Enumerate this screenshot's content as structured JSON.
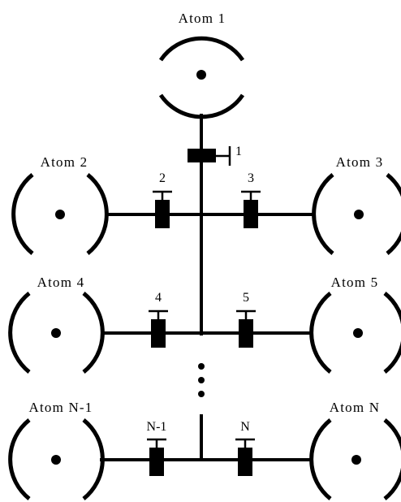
{
  "diagram": {
    "atoms": [
      {
        "id": "atom-1",
        "label": "Atom 1"
      },
      {
        "id": "atom-2",
        "label": "Atom 2"
      },
      {
        "id": "atom-3",
        "label": "Atom 3"
      },
      {
        "id": "atom-4",
        "label": "Atom 4"
      },
      {
        "id": "atom-5",
        "label": "Atom 5"
      },
      {
        "id": "atom-n-1",
        "label": "Atom N-1"
      },
      {
        "id": "atom-n",
        "label": "Atom N"
      }
    ],
    "valves": [
      {
        "id": "valve-1",
        "label": "1"
      },
      {
        "id": "valve-2",
        "label": "2"
      },
      {
        "id": "valve-3",
        "label": "3"
      },
      {
        "id": "valve-4",
        "label": "4"
      },
      {
        "id": "valve-5",
        "label": "5"
      },
      {
        "id": "valve-n-1",
        "label": "N-1"
      },
      {
        "id": "valve-n",
        "label": "N"
      }
    ],
    "colors": {
      "ink": "#000000",
      "background": "#ffffff"
    }
  }
}
